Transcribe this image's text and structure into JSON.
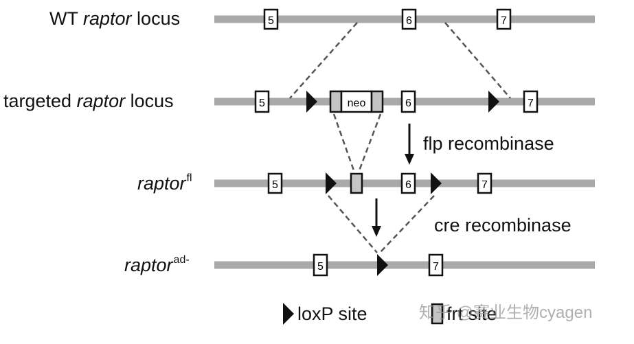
{
  "rows": {
    "wt": {
      "prefix": "WT ",
      "italic": "raptor",
      "suffix": " locus",
      "sup": ""
    },
    "targeted": {
      "prefix": "targeted ",
      "italic": "raptor",
      "suffix": " locus",
      "sup": ""
    },
    "fl": {
      "prefix": "",
      "italic": "raptor",
      "suffix": "",
      "sup": "fl"
    },
    "ad": {
      "prefix": "",
      "italic": "raptor",
      "suffix": "",
      "sup": "ad-"
    }
  },
  "exon_labels": {
    "e5": "5",
    "e6": "6",
    "e7": "7"
  },
  "neo_label": "neo",
  "flp_label": "flp recombinase",
  "cre_label": "cre recombinase",
  "legend": {
    "loxp": "loxP site",
    "frt": "frt site"
  },
  "watermark": "知乎 @赛业生物cyagen",
  "colors": {
    "locus_line": "#a9a9a9",
    "frt_fill": "#c4c4c4",
    "dash": "#555555",
    "arrow": "#111111"
  }
}
